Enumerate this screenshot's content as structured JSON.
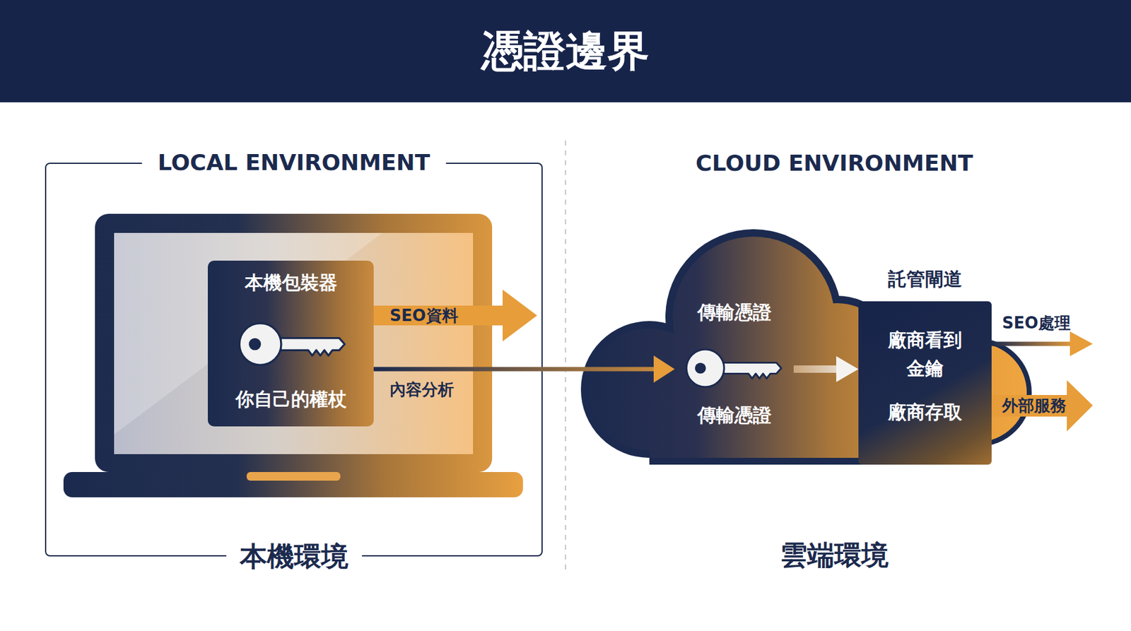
{
  "diagram": {
    "title": "憑證邊界",
    "nodes": [
      {
        "text": [
          "LOCAL ENVIRONMENT",
          "本機環境"
        ]
      },
      {
        "text": [
          "本機包裝器",
          "你自己的權杖"
        ],
        "in": 0
      },
      {
        "text": [
          "傳輸憑證",
          "傳輸憑證"
        ]
      },
      {
        "text": [
          "託管閘道",
          "廠商看到 金鑰",
          "廠商存取"
        ]
      }
    ],
    "edges": [
      {
        "from": 1,
        "to": 2,
        "label": "內容分析",
        "arrow": "to"
      },
      {
        "from": 2,
        "to": 3,
        "arrow": "to"
      }
    ],
    "labels": [
      "SEO資料",
      "CLOUD ENVIRONMENT",
      "SEO處理",
      "外部服務",
      "雲端環境"
    ]
  }
}
